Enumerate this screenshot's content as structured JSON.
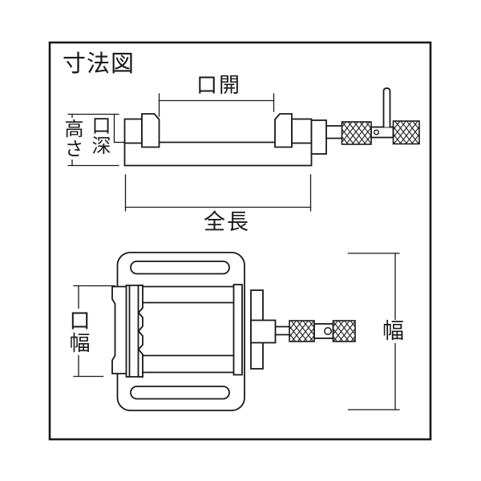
{
  "title": "寸法図",
  "colors": {
    "line": "#1a1a1a",
    "background": "#ffffff"
  },
  "figure": {
    "type": "technical-dimension-diagram",
    "views": [
      "side-view",
      "plan-view"
    ]
  },
  "side_view": {
    "labels": {
      "jaw_opening": "口開",
      "height": "高さ",
      "jaw_depth": "口深",
      "overall_length": "全長"
    }
  },
  "plan_view": {
    "labels": {
      "jaw_width": "口幅",
      "width": "幅"
    }
  }
}
